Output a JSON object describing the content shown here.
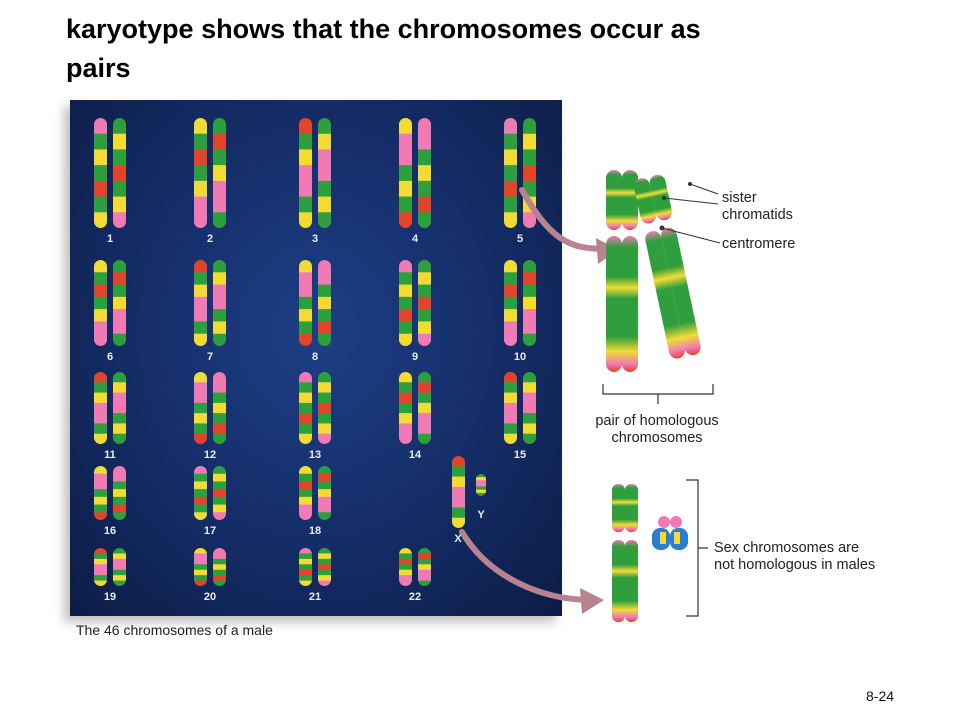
{
  "title": "karyotype shows that the chromosomes occur as\npairs",
  "karyotype": {
    "caption": "The 46 chromosomes of a male",
    "pairs": [
      "1",
      "2",
      "3",
      "4",
      "5",
      "6",
      "7",
      "8",
      "9",
      "10",
      "11",
      "12",
      "13",
      "14",
      "15",
      "16",
      "17",
      "18",
      "19",
      "20",
      "21",
      "22"
    ],
    "sex": [
      "X",
      "Y"
    ]
  },
  "callouts": {
    "sister_chromatids": "sister\nchromatids",
    "centromere": "centromere",
    "homologous_pair": "pair of homologous\nchromosomes",
    "sex_chromosomes": "Sex chromosomes are\nnot homologous in males"
  },
  "colors": {
    "background_panel": "#142c66",
    "chromosome_green": "#2f9e3c",
    "chromosome_yellow": "#f2dc34",
    "chromosome_red": "#e0452a",
    "chromosome_pink": "#f07ab4",
    "arrow": "#b78390"
  },
  "slide_number": "8-24"
}
